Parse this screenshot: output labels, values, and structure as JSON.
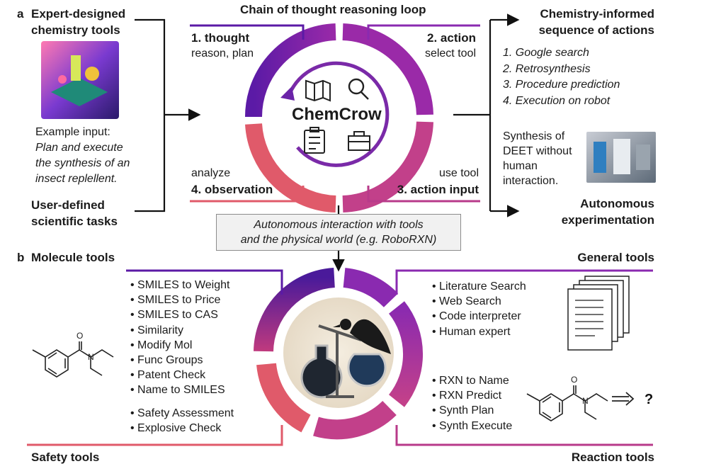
{
  "panel_a": {
    "label": "a",
    "left_title": [
      "Expert-designed",
      "chemistry tools"
    ],
    "example_heading": "Example input:",
    "example_lines": [
      "Plan and execute",
      "the synthesis of an",
      "insect replellent."
    ],
    "user_tasks": [
      "User-defined",
      "scientific tasks"
    ],
    "loop_title": "Chain of thought reasoning loop",
    "center_label": "ChemCrow",
    "steps": {
      "thought_title": "1. thought",
      "thought_sub": "reason, plan",
      "action_title": "2. action",
      "action_sub": "select tool",
      "input_sub": "use tool",
      "input_title": "3. action input",
      "obs_sub": "analyze",
      "obs_title": "4. observation"
    },
    "right_title": [
      "Chemistry-informed",
      "sequence of actions"
    ],
    "actions": [
      "1. Google search",
      "2. Retrosynthesis",
      "3. Procedure prediction",
      "4. Execution on robot"
    ],
    "synthesis_note": [
      "Synthesis of",
      "DEET without",
      "human",
      "interaction."
    ],
    "autonomous": [
      "Autonomous",
      "experimentation"
    ],
    "interaction_box": [
      "Autonomous interaction with tools",
      "and the physical world (e.g. RoboRXN)"
    ]
  },
  "panel_b": {
    "label": "b",
    "molecule_title": "Molecule tools",
    "molecule_tools": [
      "SMILES to Weight",
      "SMILES to Price",
      "SMILES to CAS",
      "Similarity",
      "Modify Mol",
      "Func Groups",
      "Patent Check",
      "Name to SMILES"
    ],
    "safety_tools": [
      "Safety Assessment",
      "Explosive Check"
    ],
    "safety_title": "Safety tools",
    "general_title": "General tools",
    "general_tools": [
      "Literature Search",
      "Web Search",
      "Code interpreter",
      "Human expert"
    ],
    "reaction_tools": [
      "RXN to Name",
      "RXN Predict",
      "Synth Plan",
      "Synth Execute"
    ],
    "reaction_title": "Reaction tools",
    "reaction_question": "?",
    "atom_O": "O",
    "atom_N": "N"
  },
  "colors": {
    "purple": "#5b1aa6",
    "violet": "#8e2fb0",
    "pink": "#d9506e",
    "text": "#1b1b1b"
  }
}
